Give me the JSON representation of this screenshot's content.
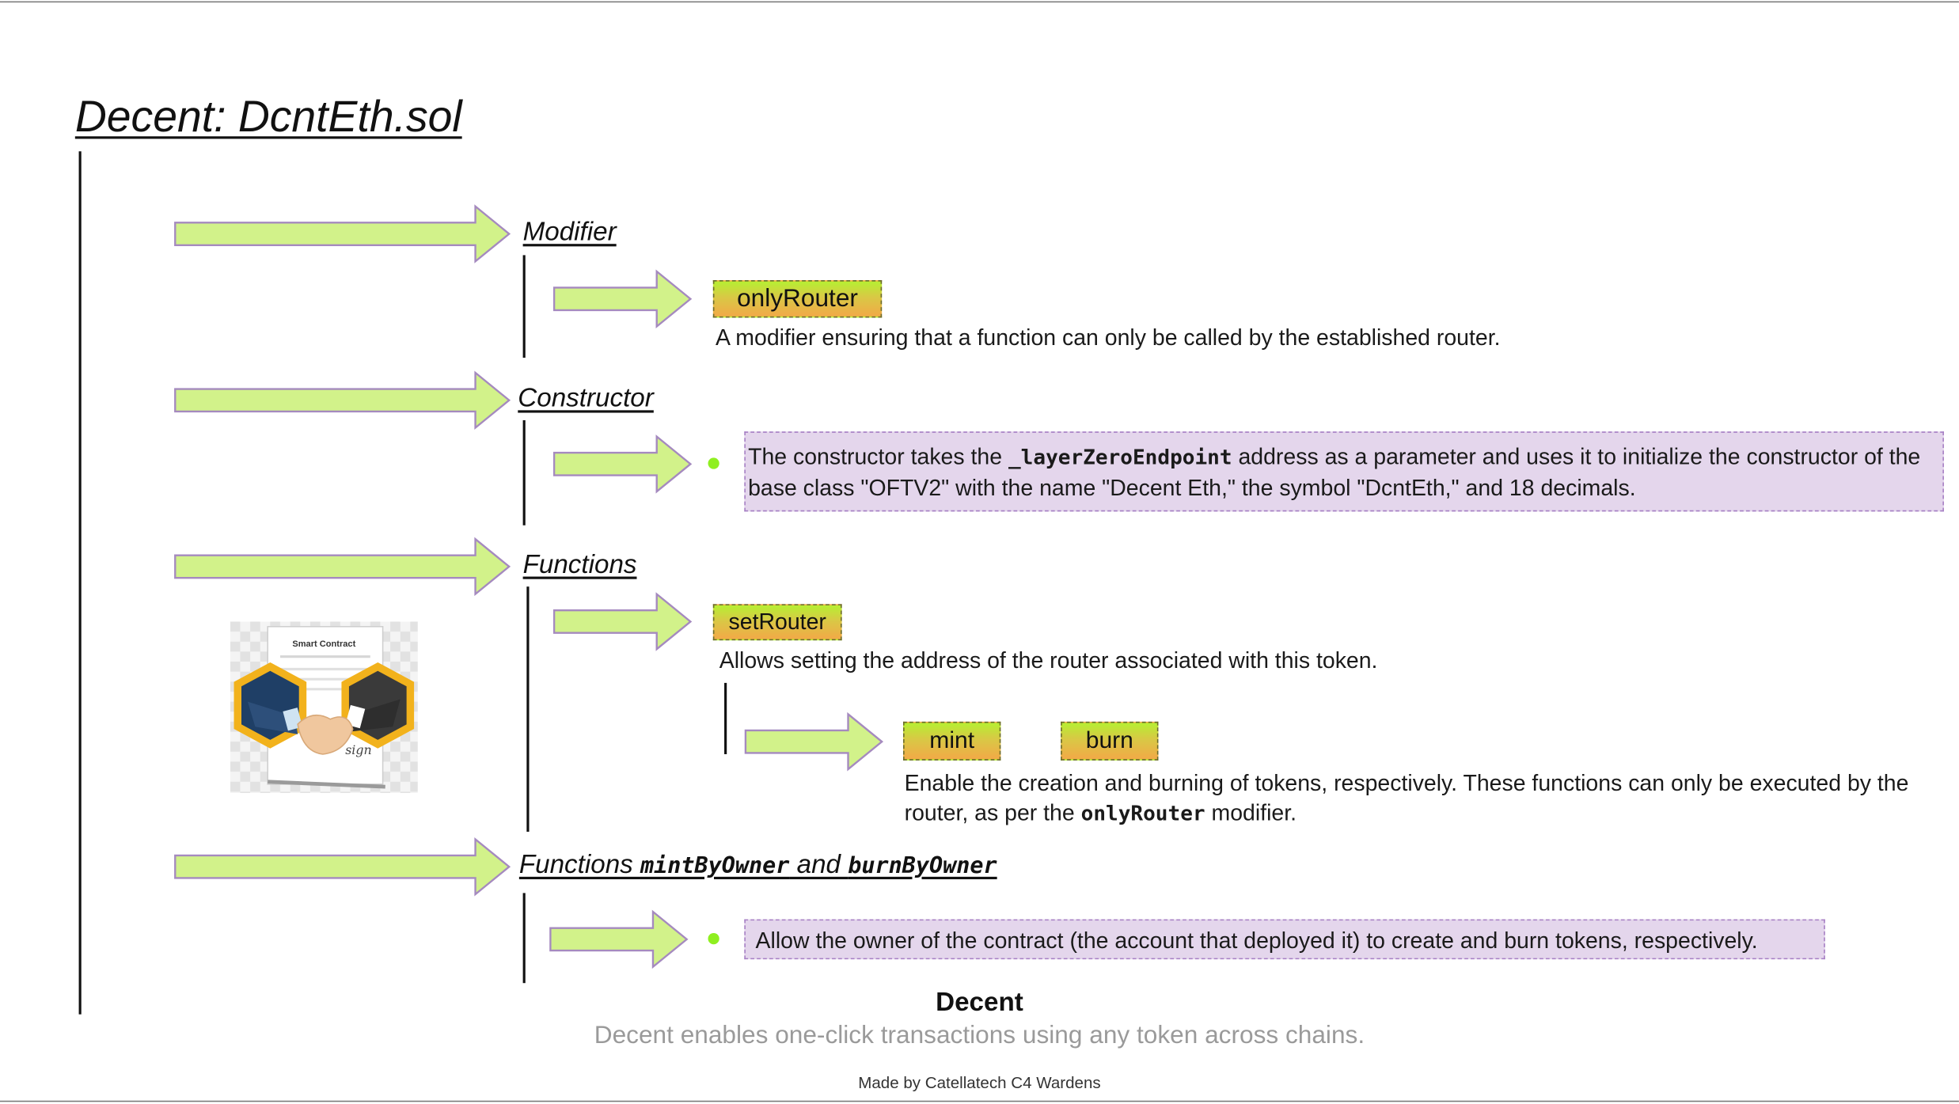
{
  "title": "Decent: DcntEth.sol",
  "colors": {
    "arrow_fill": "#d2f28a",
    "arrow_stroke": "#a58abf",
    "chip_gradient_top": "#b6ef32",
    "chip_gradient_bottom": "#f2a947",
    "note_bg": "#e4d6ec",
    "note_border": "#a67fc4",
    "bullet": "#8fef20"
  },
  "sections": {
    "modifier": {
      "heading": "Modifier",
      "chip": "onlyRouter",
      "description": "A modifier ensuring that a function can only be called by the established router."
    },
    "constructor": {
      "heading": "Constructor",
      "note_pre": "The constructor takes the ",
      "note_code": "_layerZeroEndpoint",
      "note_post": " address as a parameter and uses it to initialize the constructor of the base class \"OFTV2\" with the name \"Decent Eth,\" the symbol \"DcntEth,\" and 18 decimals."
    },
    "functions": {
      "heading": "Functions",
      "chip": "setRouter",
      "description": "Allows setting the address of the router associated with this token.",
      "sub_chips": [
        "mint",
        "burn"
      ],
      "sub_pre": "Enable the creation and burning of tokens, respectively. These functions can only be executed by the router, as per the ",
      "sub_code": "onlyRouter",
      "sub_post": " modifier."
    },
    "owner_functions": {
      "heading_pre": "Functions ",
      "heading_code1": "mintByOwner",
      "heading_mid": " and ",
      "heading_code2": "burnByOwner",
      "note": "Allow the owner of the contract (the account that deployed it) to create and burn tokens, respectively."
    }
  },
  "illustration": {
    "label": "Smart Contract",
    "signature": "sign",
    "icon": "smart-contract-handshake-icon"
  },
  "footer": {
    "title": "Decent",
    "subtitle": "Decent enables one-click transactions using any token across chains.",
    "credit": "Made by Catellatech C4 Wardens"
  }
}
